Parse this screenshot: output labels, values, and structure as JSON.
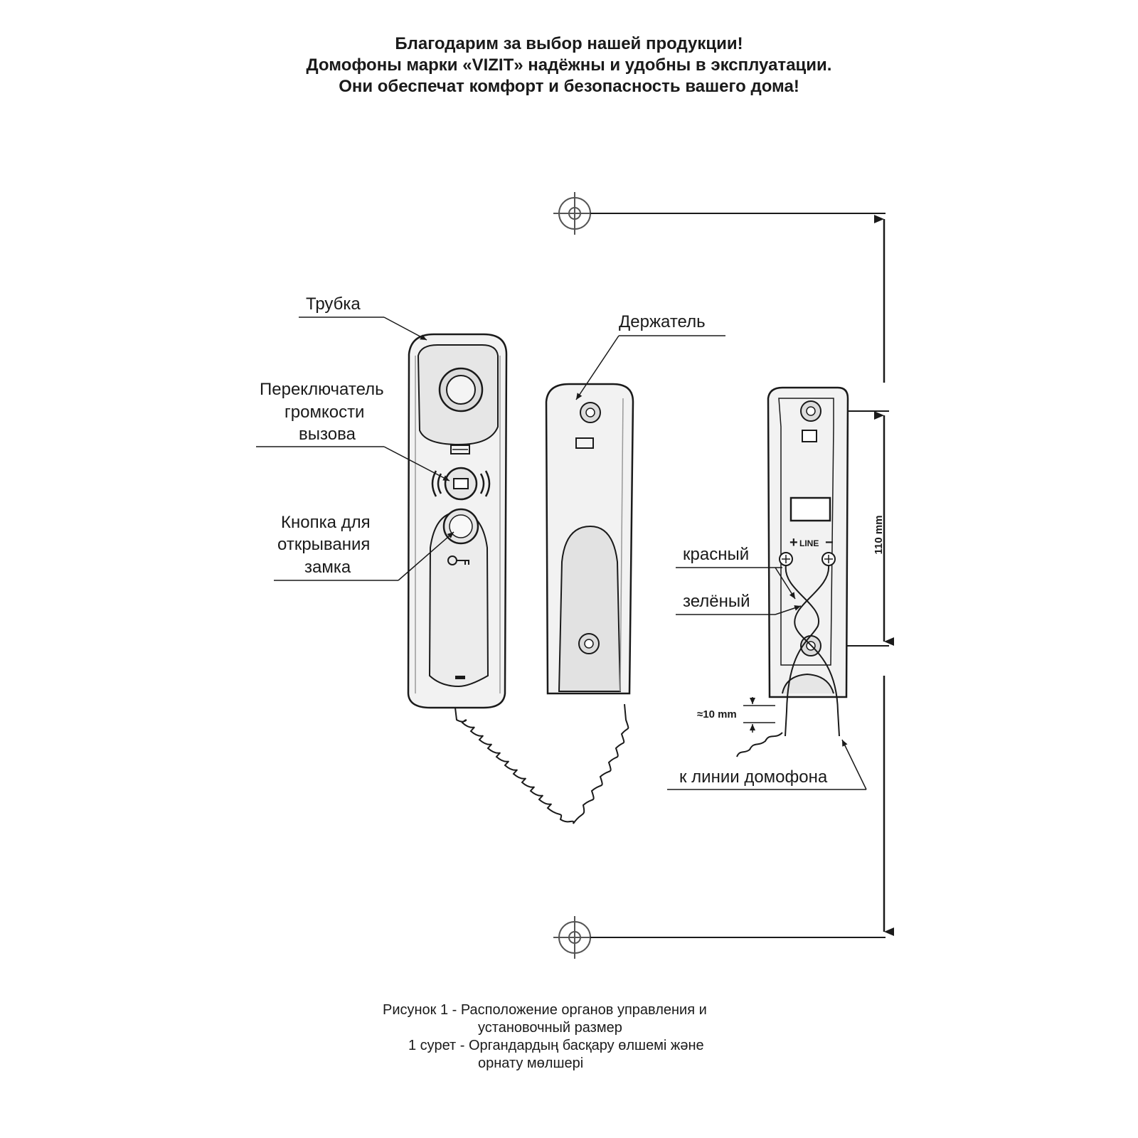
{
  "header": {
    "line1": "Благодарим за выбор нашей продукции!",
    "line2": "Домофоны марки «VIZIT» надёжны и удобны в эксплуатации.",
    "line3": "Они обеспечат комфорт и безопасность вашего дома!"
  },
  "labels": {
    "handset": "Трубка",
    "switch_1": "Переключатель",
    "switch_2": "громкости",
    "switch_3": "вызова",
    "button_1": "Кнопка для",
    "button_2": "открывания",
    "button_3": "замка",
    "holder": "Держатель",
    "red": "красный",
    "green": "зелёный",
    "to_line": "к линии домофона",
    "line_mark": "LINE",
    "plus": "+",
    "minus": "−"
  },
  "dimensions": {
    "height_value": "110 mm",
    "gap_value": "≈10 mm"
  },
  "caption": {
    "ru_1": "Рисунок 1 - Расположение органов управления и",
    "ru_2": "установочный размер",
    "kz_1": "1 сурет - Органдардың басқару өлшемі және",
    "kz_2": "орнату мөлшері"
  },
  "colors": {
    "ink": "#1a1a1a",
    "body_fill": "#f2f2f2",
    "shade": "#d9d9d9"
  }
}
